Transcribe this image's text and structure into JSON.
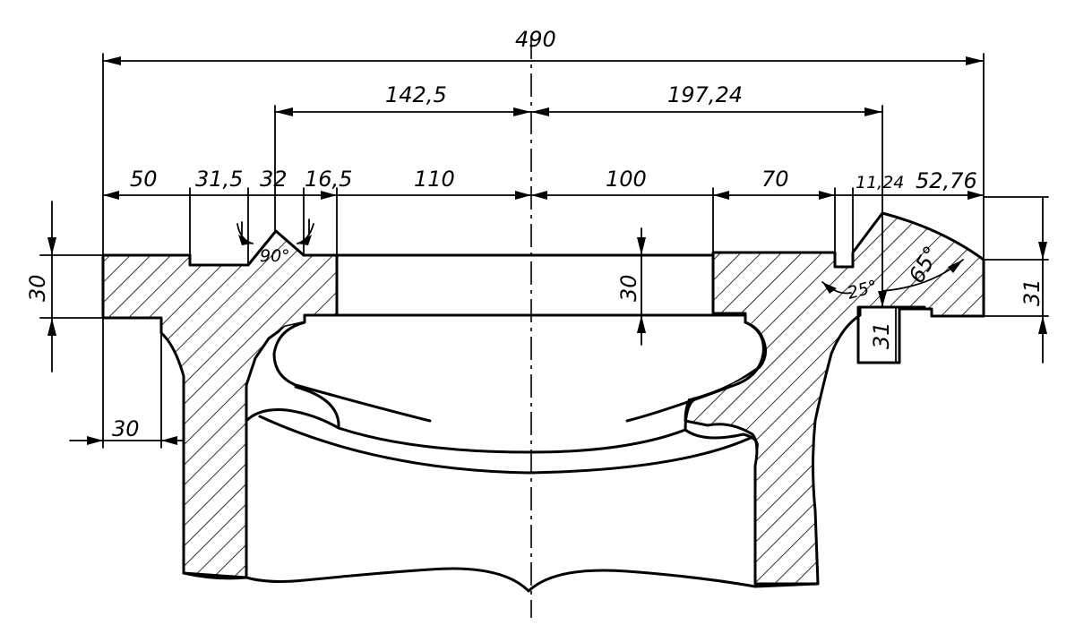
{
  "diagram": {
    "type": "technical cross-section drawing",
    "dimensions": {
      "overall_width": "490",
      "left_span": "142,5",
      "right_span": "197,24",
      "seg_50": "50",
      "seg_31_5": "31,5",
      "seg_32": "32",
      "seg_16_5": "16,5",
      "seg_110": "110",
      "seg_100": "100",
      "seg_70": "70",
      "seg_11_24": "11,24",
      "seg_52_76": "52,76",
      "left_height": "30",
      "center_height": "30",
      "right_height": "31",
      "step_height": "31",
      "wall_offset": "30"
    },
    "angles": {
      "groove_angle": "90°",
      "flank_angle_small": "25°",
      "flank_angle_large": "65°"
    }
  }
}
